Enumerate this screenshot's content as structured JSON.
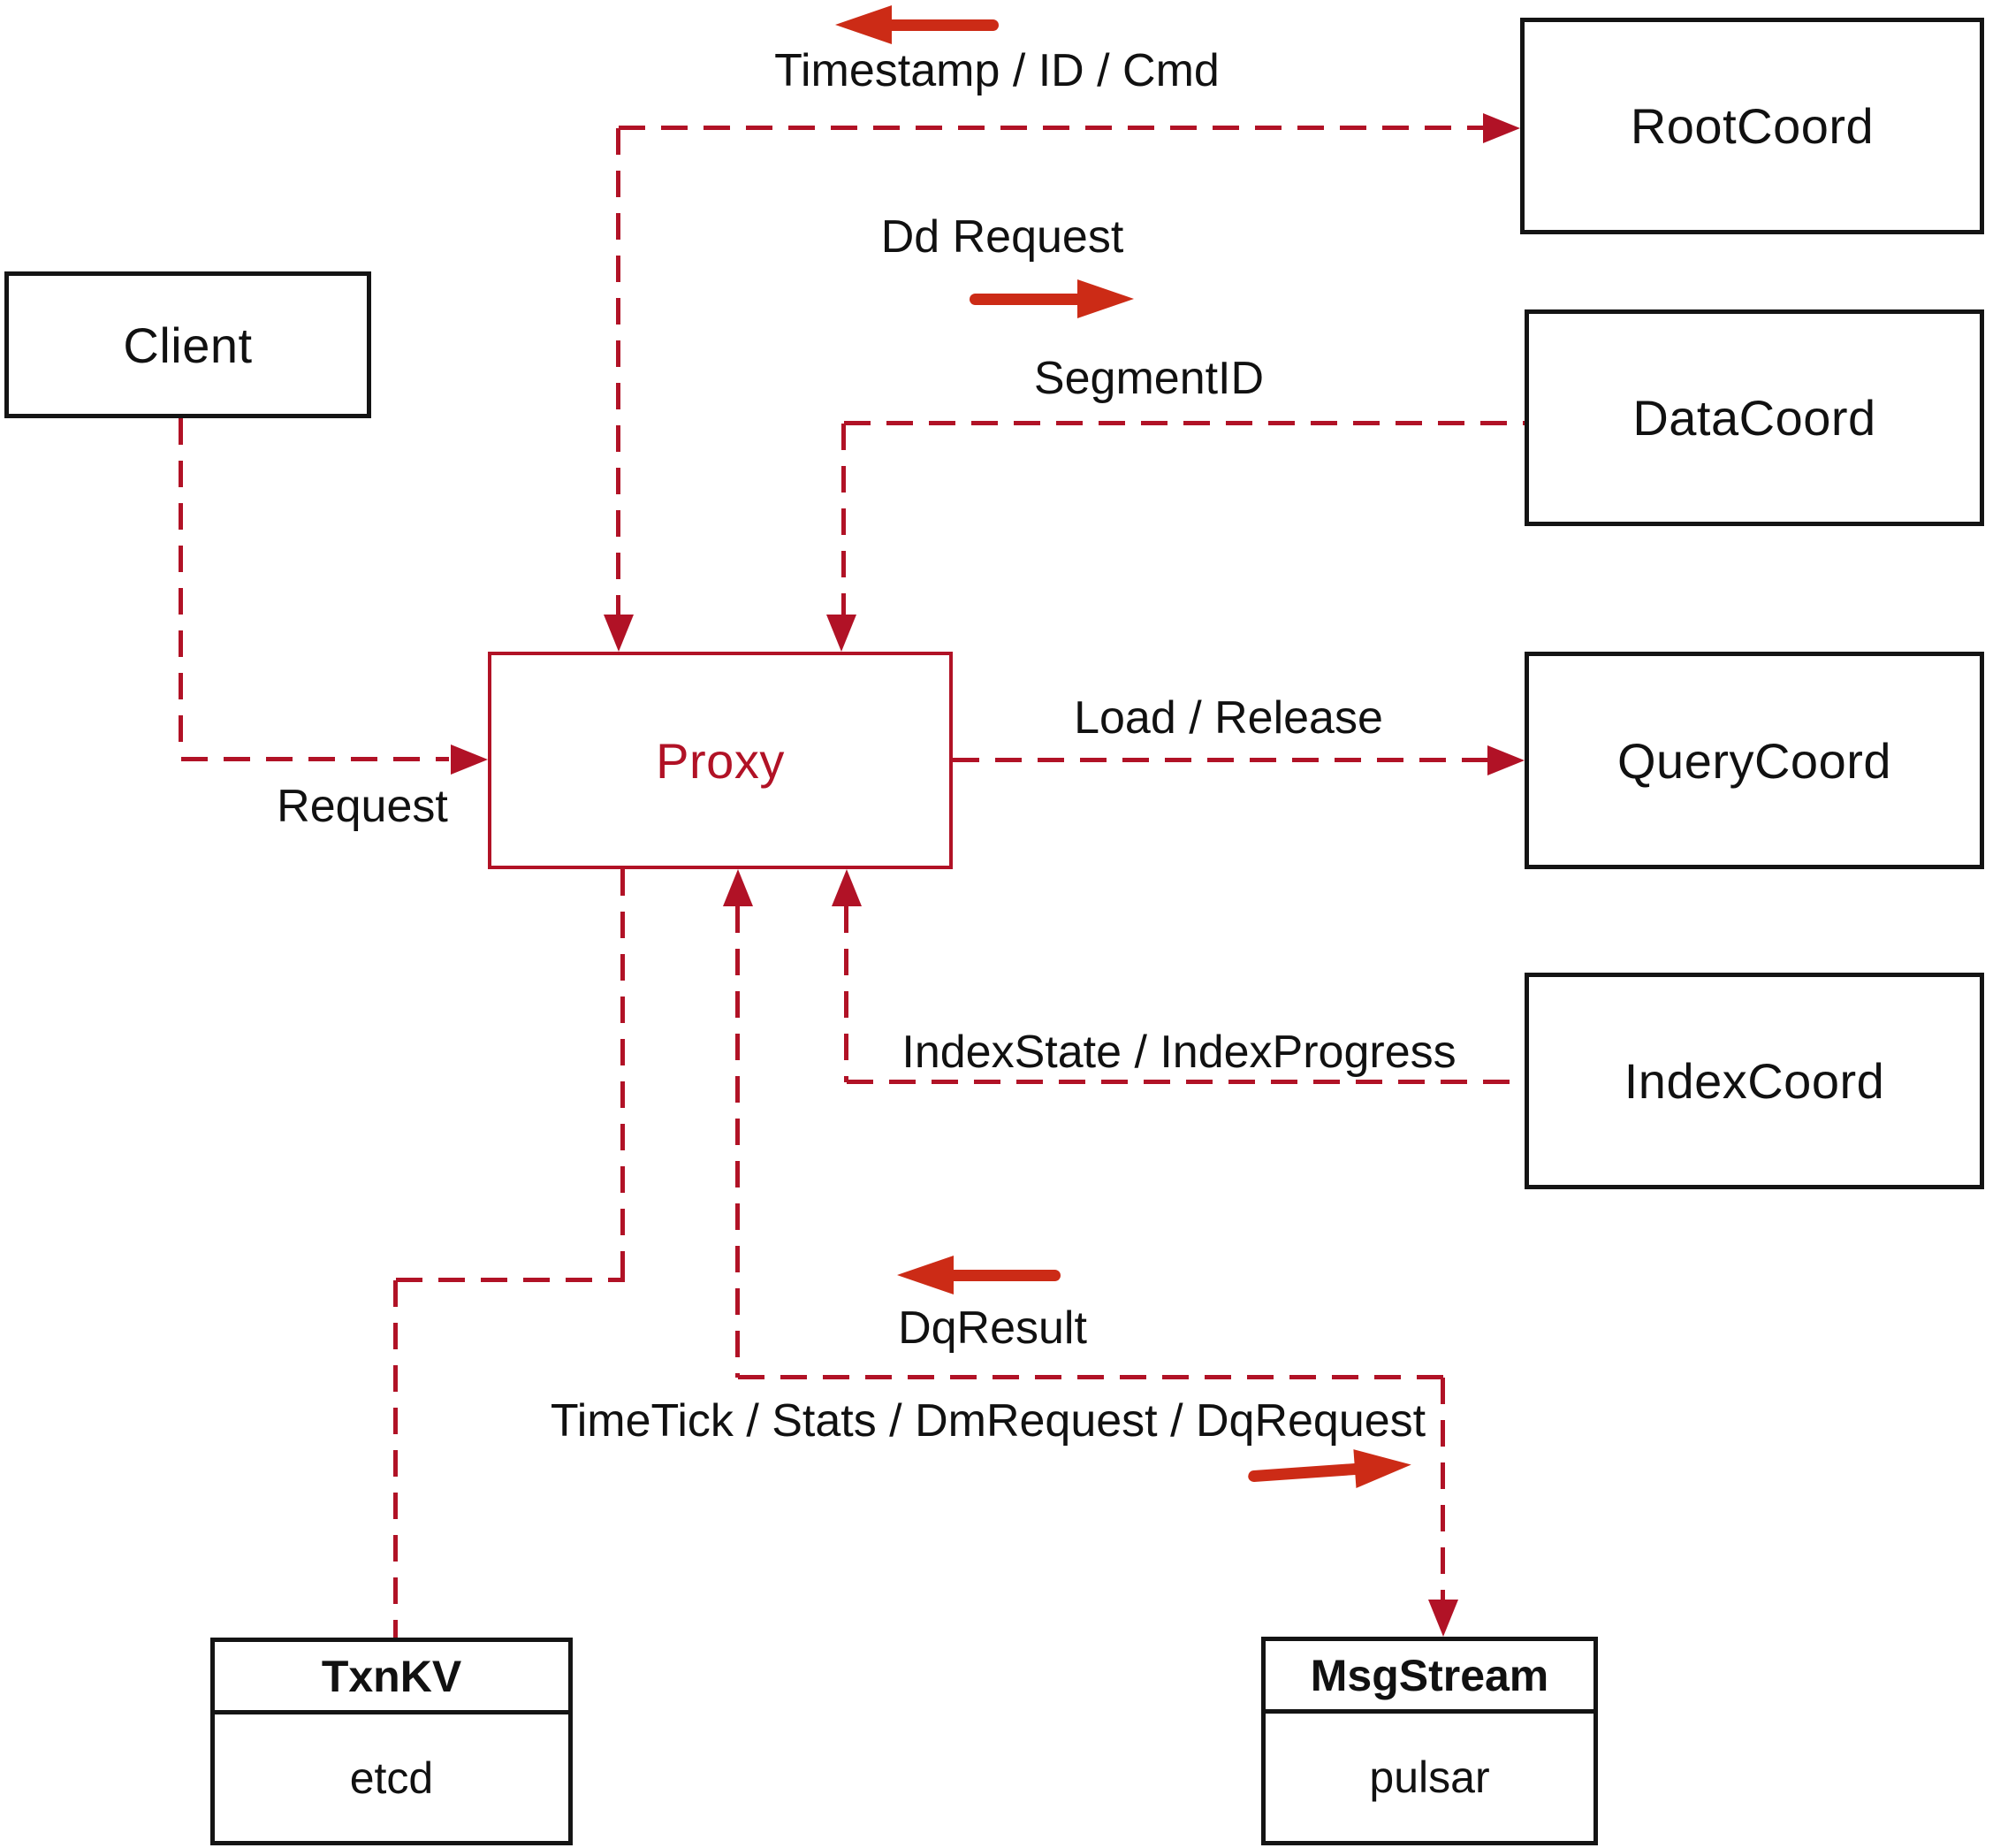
{
  "colors": {
    "line_red": "#b11226",
    "arrow_red": "#cc2b16",
    "box_black": "#141414",
    "text_black": "#111111"
  },
  "nodes": {
    "client": {
      "label": "Client"
    },
    "proxy": {
      "label": "Proxy"
    },
    "root_coord": {
      "label": "RootCoord"
    },
    "data_coord": {
      "label": "DataCoord"
    },
    "query_coord": {
      "label": "QueryCoord"
    },
    "index_coord": {
      "label": "IndexCoord"
    },
    "txn_kv": {
      "header": "TxnKV",
      "body": "etcd"
    },
    "msg_stream": {
      "header": "MsgStream",
      "body": "pulsar"
    }
  },
  "edge_labels": {
    "timestamp": "Timestamp / ID / Cmd",
    "dd_request": "Dd Request",
    "segment_id": "SegmentID",
    "request": "Request",
    "load_release": "Load / Release",
    "index_state": "IndexState / IndexProgress",
    "dq_result": "DqResult",
    "time_tick": "TimeTick / Stats / DmRequest / DqRequest"
  }
}
